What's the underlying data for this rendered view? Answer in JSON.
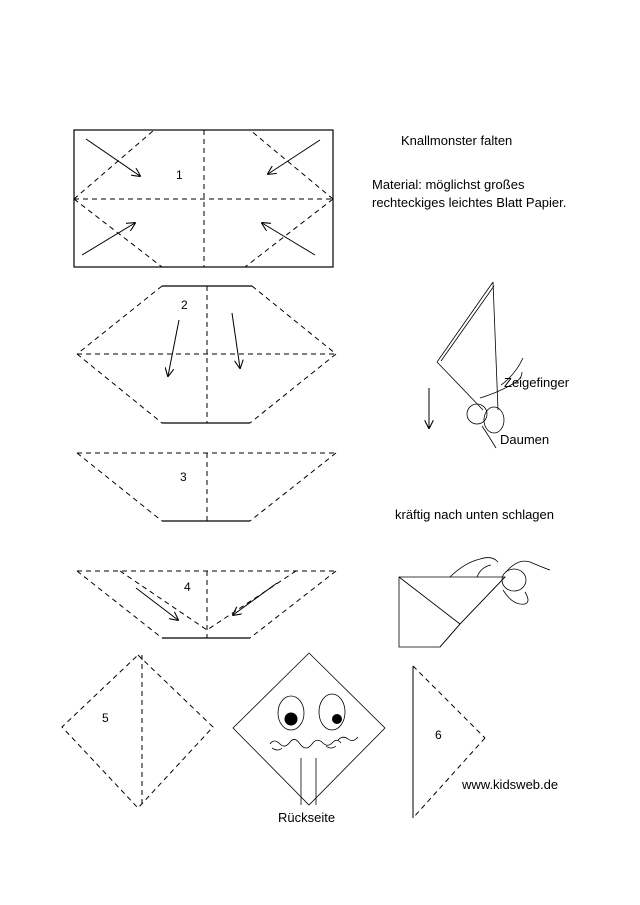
{
  "title": "Knallmonster falten",
  "material_line1": "Material: möglichst großes",
  "material_line2": "rechteckiges leichtes Blatt Papier.",
  "label_index_finger": "Zeigefinger",
  "label_thumb": "Daumen",
  "instruction_strike": "kräftig nach unten schlagen",
  "website": "www.kidsweb.de",
  "label_back": "Rückseite",
  "steps": [
    "1",
    "2",
    "3",
    "4",
    "5",
    "6"
  ],
  "colors": {
    "ink": "#000000",
    "background": "#ffffff"
  }
}
